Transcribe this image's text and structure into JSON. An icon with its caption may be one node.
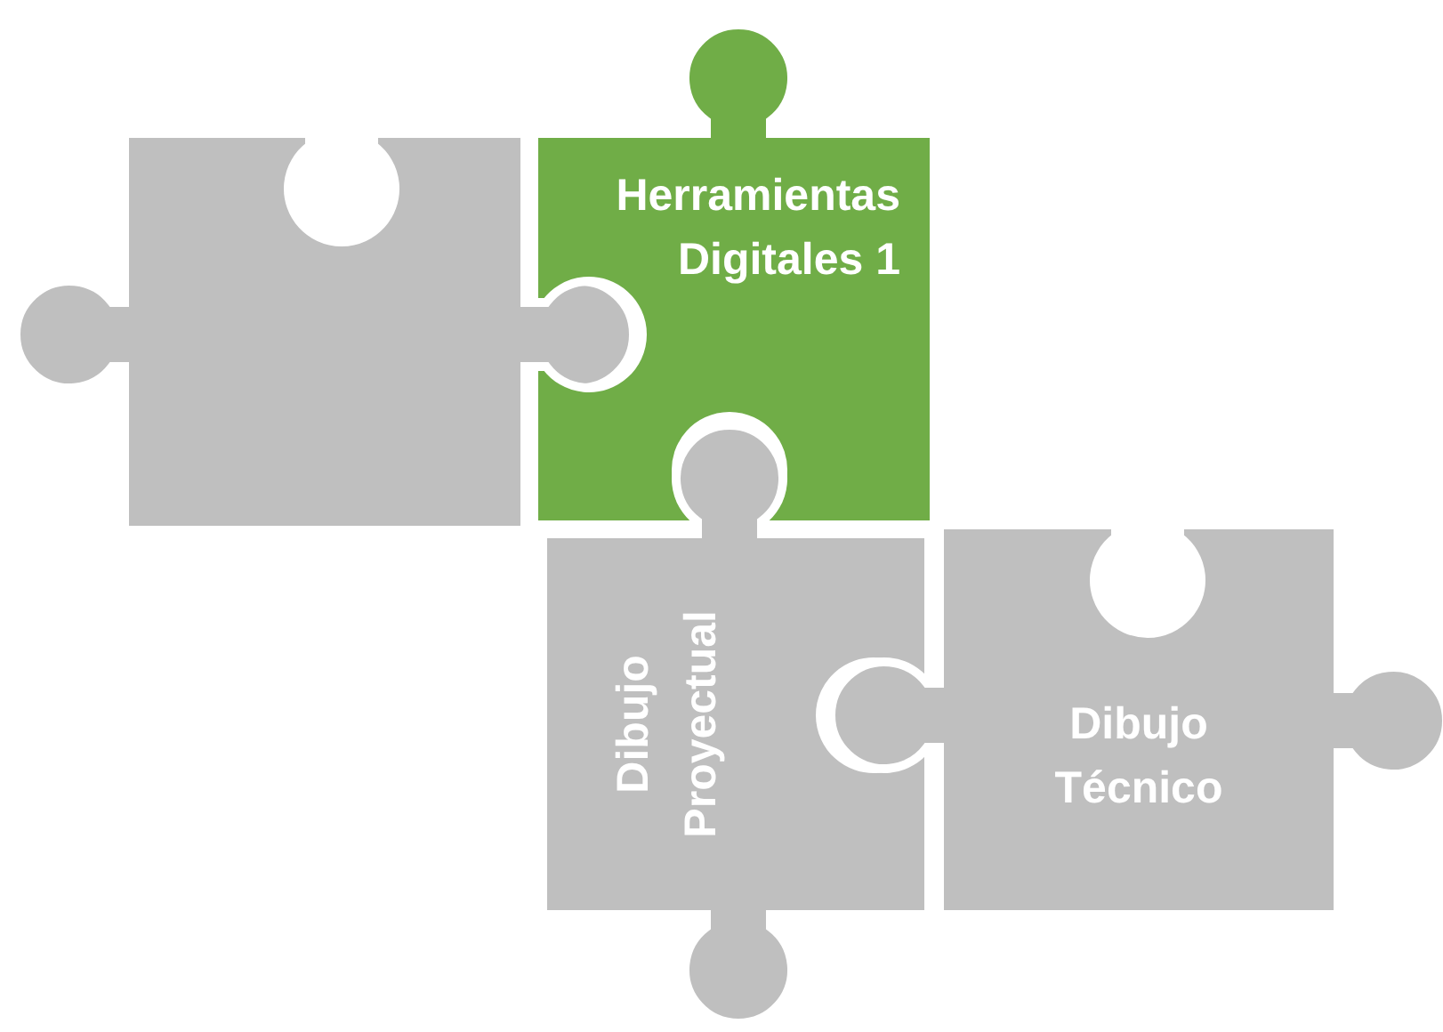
{
  "diagram": {
    "nodes": [
      {
        "text": [],
        "shape": "puzzle"
      },
      {
        "text": [
          "Herramientas Digitales 1"
        ]
      },
      {
        "text": [
          "Dibujo Proyectual"
        ]
      },
      {
        "text": [
          "Dibujo Técnico"
        ]
      }
    ]
  }
}
